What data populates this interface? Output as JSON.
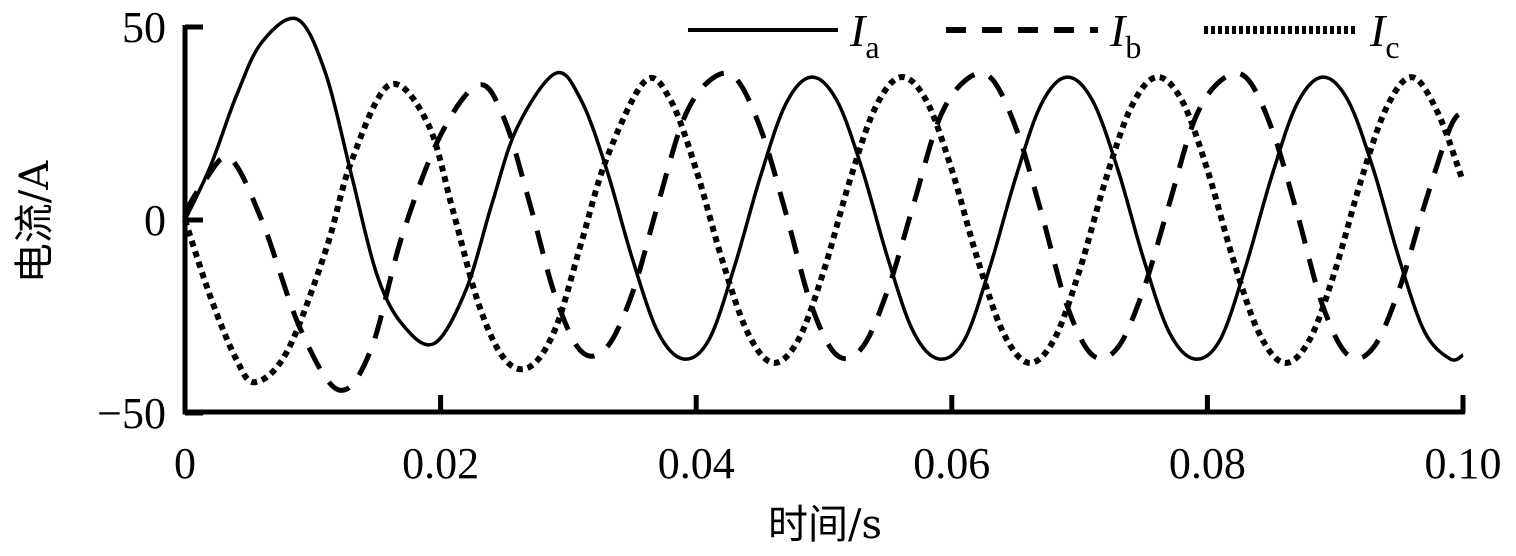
{
  "chart_data": {
    "type": "line",
    "title": "",
    "xlabel": "时间/s",
    "ylabel": "电流/A",
    "xlim": [
      0,
      0.1
    ],
    "ylim": [
      -50,
      50
    ],
    "xticks": [
      0,
      0.02,
      0.04,
      0.06,
      0.08,
      0.1
    ],
    "xtick_labels": [
      "0",
      "0.02",
      "0.04",
      "0.06",
      "0.08",
      "0.10"
    ],
    "yticks": [
      -50,
      0,
      50
    ],
    "ytick_labels": [
      "−50",
      "0",
      "50"
    ],
    "grid": false,
    "legend_position": "top-right",
    "series": [
      {
        "name": "Ia",
        "label_main": "I",
        "label_sub": "a",
        "style": "solid",
        "x": [
          0,
          0.002,
          0.004,
          0.006,
          0.0088,
          0.011,
          0.013,
          0.015,
          0.017,
          0.0195,
          0.022,
          0.024,
          0.026,
          0.029,
          0.031,
          0.033,
          0.035,
          0.037,
          0.039,
          0.041,
          0.043,
          0.045,
          0.047,
          0.049,
          0.051,
          0.053,
          0.055,
          0.057,
          0.059,
          0.061,
          0.063,
          0.065,
          0.067,
          0.069,
          0.071,
          0.073,
          0.075,
          0.077,
          0.079,
          0.081,
          0.083,
          0.085,
          0.087,
          0.089,
          0.091,
          0.093,
          0.095,
          0.097,
          0.099,
          0.1
        ],
        "y": [
          0,
          14,
          32,
          46,
          52,
          38,
          12,
          -14,
          -27,
          -32,
          -18,
          4,
          24,
          38,
          31,
          13,
          -10,
          -29,
          -36,
          -31,
          -12,
          11,
          30,
          37,
          31,
          13,
          -10,
          -29,
          -36,
          -31,
          -12,
          11,
          30,
          37,
          31,
          13,
          -10,
          -29,
          -36,
          -31,
          -12,
          11,
          30,
          37,
          31,
          13,
          -10,
          -29,
          -36,
          -35
        ]
      },
      {
        "name": "Ib",
        "label_main": "I",
        "label_sub": "b",
        "style": "dashed",
        "x": [
          0,
          0.0015,
          0.0035,
          0.006,
          0.009,
          0.012,
          0.0145,
          0.017,
          0.02,
          0.023,
          0.025,
          0.027,
          0.029,
          0.031,
          0.033,
          0.035,
          0.037,
          0.039,
          0.041,
          0.043,
          0.045,
          0.047,
          0.049,
          0.051,
          0.053,
          0.055,
          0.057,
          0.059,
          0.061,
          0.063,
          0.065,
          0.067,
          0.069,
          0.071,
          0.073,
          0.075,
          0.077,
          0.079,
          0.081,
          0.083,
          0.085,
          0.087,
          0.089,
          0.091,
          0.093,
          0.095,
          0.097,
          0.099,
          0.1
        ],
        "y": [
          2,
          10,
          16,
          0,
          -28,
          -44,
          -34,
          -4,
          22,
          35,
          26,
          4,
          -20,
          -34,
          -33,
          -19,
          4,
          26,
          36,
          37,
          24,
          2,
          -22,
          -35,
          -33,
          -18,
          4,
          26,
          36,
          37,
          24,
          2,
          -22,
          -35,
          -33,
          -18,
          4,
          26,
          36,
          37,
          24,
          2,
          -22,
          -35,
          -33,
          -18,
          4,
          24,
          28
        ]
      },
      {
        "name": "Ic",
        "label_main": "I",
        "label_sub": "c",
        "style": "dotted",
        "x": [
          0,
          0.002,
          0.004,
          0.0055,
          0.008,
          0.011,
          0.013,
          0.016,
          0.019,
          0.021,
          0.023,
          0.025,
          0.027,
          0.029,
          0.031,
          0.033,
          0.036,
          0.038,
          0.04,
          0.042,
          0.044,
          0.046,
          0.048,
          0.05,
          0.052,
          0.054,
          0.056,
          0.058,
          0.06,
          0.062,
          0.064,
          0.066,
          0.068,
          0.07,
          0.072,
          0.074,
          0.076,
          0.078,
          0.08,
          0.082,
          0.084,
          0.086,
          0.088,
          0.09,
          0.092,
          0.094,
          0.096,
          0.098,
          0.1
        ],
        "y": [
          0,
          -20,
          -36,
          -42,
          -34,
          -8,
          15,
          35,
          25,
          2,
          -22,
          -36,
          -38,
          -28,
          -6,
          16,
          36,
          31,
          13,
          -10,
          -29,
          -37,
          -31,
          -13,
          10,
          29,
          37,
          31,
          13,
          -10,
          -29,
          -37,
          -31,
          -13,
          10,
          29,
          37,
          31,
          13,
          -10,
          -29,
          -37,
          -31,
          -13,
          10,
          29,
          37,
          28,
          10
        ]
      }
    ]
  }
}
